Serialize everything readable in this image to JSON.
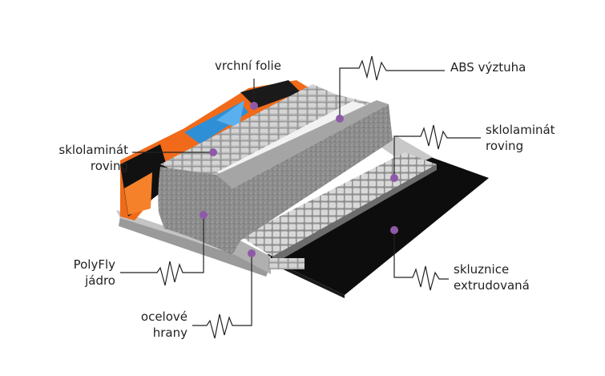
{
  "diagram": {
    "labels": {
      "top_film": "vrchní folie",
      "abs_reinforcement": "ABS výztuha",
      "glass_left_line1": "sklolaminát",
      "glass_left_line2": "roving",
      "glass_right_line1": "sklolaminát",
      "glass_right_line2": "roving",
      "core_line1": "PolyFly",
      "core_line2": "jádro",
      "edges_line1": "ocelové",
      "edges_line2": "hrany",
      "base_line1": "skluznice",
      "base_line2": "extrudovaná"
    },
    "colors": {
      "marker": "#8e5aa8",
      "leader_line": "#222222",
      "core": "#8f8f8f",
      "base": "#0d0d0d",
      "topsheet_orange": "#f06a1a",
      "topsheet_blue": "#2f8fd6",
      "abs_strip": "#f2f2f2",
      "steel_edge": "#c8c8c8"
    }
  }
}
